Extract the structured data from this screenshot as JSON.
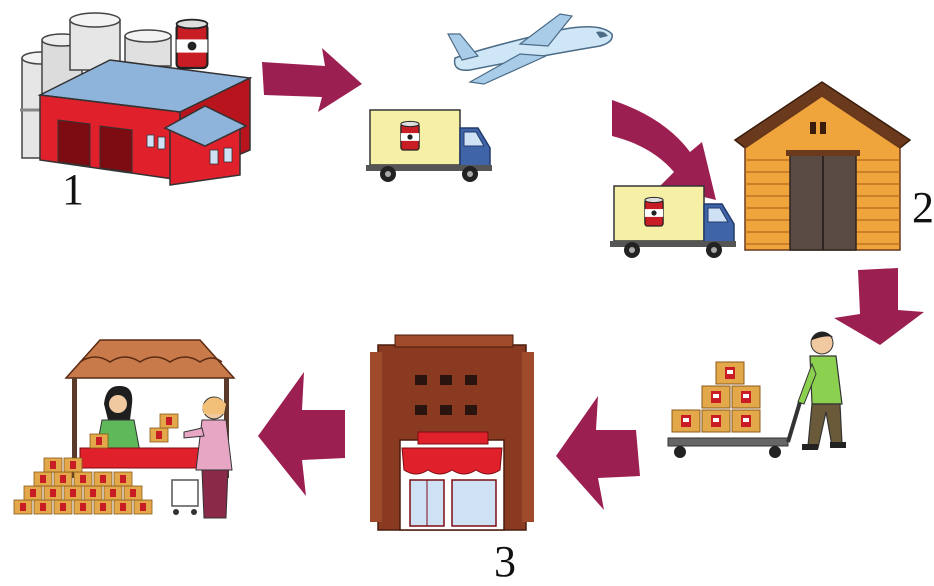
{
  "labels": {
    "step1": "1",
    "step2": "2",
    "step3": "3"
  },
  "icons": [
    "factory-icon",
    "delivery-truck-icon",
    "airplane-icon",
    "warehouse-icon",
    "hand-truck-worker-icon",
    "store-building-icon",
    "market-stall-icon",
    "flow-arrow-icon"
  ],
  "colors": {
    "arrow": "#9c1f52",
    "factory_red": "#e0202a",
    "roof_blue": "#8fb4dc",
    "truck_cargo": "#f6efa6",
    "truck_cab": "#3f64a8",
    "warehouse_wood": "#f0a53c",
    "warehouse_roof": "#6b3a1c",
    "store_brick": "#8b3a22",
    "box": "#e2a84a",
    "airplane": "#cfe6f7"
  }
}
